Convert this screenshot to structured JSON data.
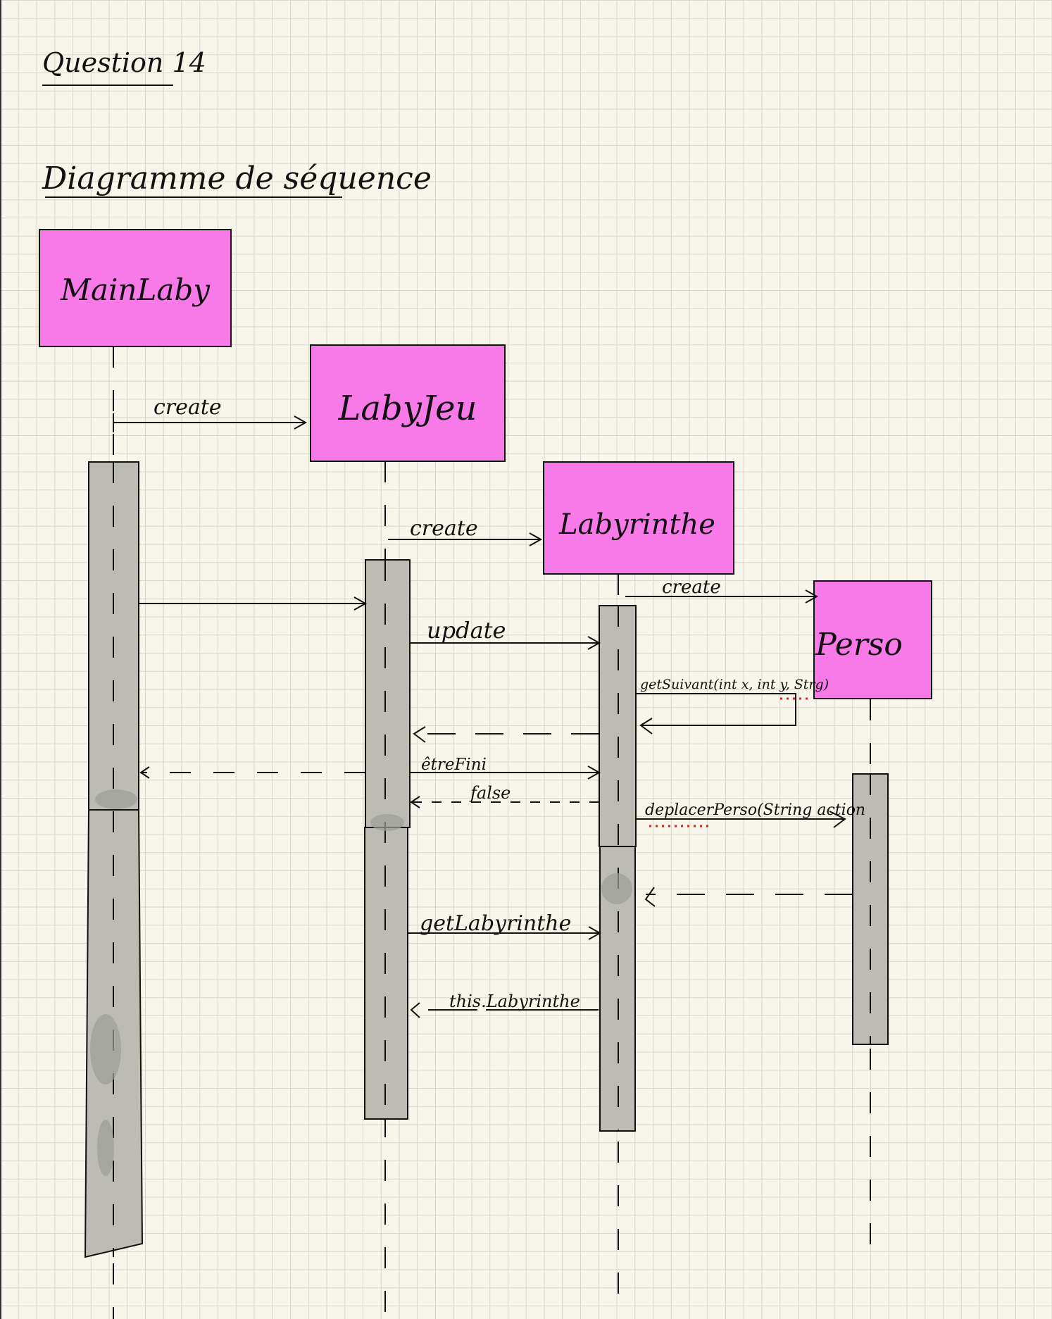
{
  "heading": {
    "question": "Question 14",
    "title": "Diagramme de séquence"
  },
  "colors": {
    "participant_fill": "#f87ae8",
    "activation_fill": "#bcbcb4",
    "ink": "#111111",
    "spellcheck": "#e0201a"
  },
  "participants": [
    {
      "id": "mainlaby",
      "label": "MainLaby"
    },
    {
      "id": "labyjeu",
      "label": "LabyJeu"
    },
    {
      "id": "labyrinthe",
      "label": "Labyrinthe"
    },
    {
      "id": "perso",
      "label": "Perso"
    }
  ],
  "messages": [
    {
      "id": "m1",
      "label": "create"
    },
    {
      "id": "m2",
      "label": "create"
    },
    {
      "id": "m3",
      "label": "create"
    },
    {
      "id": "m4",
      "label": ""
    },
    {
      "id": "m5",
      "label": "update"
    },
    {
      "id": "m6",
      "label": "getSuivant(int x, int y, Strg)"
    },
    {
      "id": "m7",
      "label": ""
    },
    {
      "id": "m8",
      "label": ""
    },
    {
      "id": "m9",
      "label": "êtreFini"
    },
    {
      "id": "m10",
      "label": "false"
    },
    {
      "id": "m11",
      "label": "deplacerPerso(String action"
    },
    {
      "id": "m12",
      "label": ""
    },
    {
      "id": "m13",
      "label": "getLabyrinthe"
    },
    {
      "id": "m14",
      "label": "this.Labyrinthe"
    }
  ]
}
